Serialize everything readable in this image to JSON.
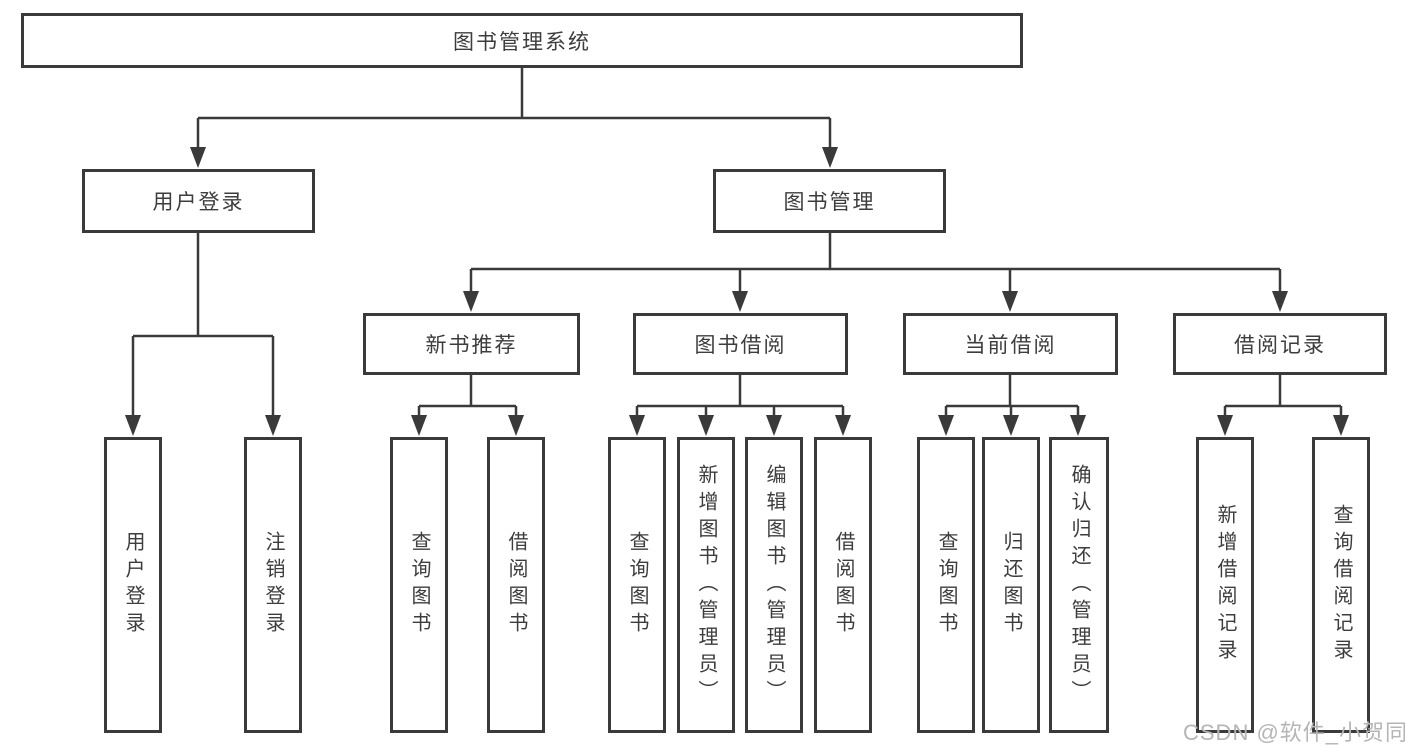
{
  "diagram_title": "图书管理系统",
  "nodes": {
    "root": "图书管理系统",
    "user_login": "用户登录",
    "book_mgmt": "图书管理",
    "new_book_rec": "新书推荐",
    "book_borrow": "图书借阅",
    "current_borrow": "当前借阅",
    "borrow_record": "借阅记录",
    "leaf_user_login": "用户登录",
    "leaf_logout": "注销登录",
    "nb_query_book": "查询图书",
    "nb_borrow_book": "借阅图书",
    "bb_query_book": "查询图书",
    "bb_add_book": "新增图书（管理员）",
    "bb_edit_book": "编辑图书（管理员）",
    "bb_borrow_book": "借阅图书",
    "cb_query_book": "查询图书",
    "cb_return_book": "归还图书",
    "cb_confirm_return": "确认归还（管理员）",
    "br_add_record": "新增借阅记录",
    "br_query_record": "查询借阅记录"
  },
  "watermark": "CSDN @软件_小贺同学",
  "colors": {
    "line": "#3a3a3a",
    "text": "#3d3d3d",
    "watermark": "#b5b5b5",
    "background": "#ffffff"
  }
}
